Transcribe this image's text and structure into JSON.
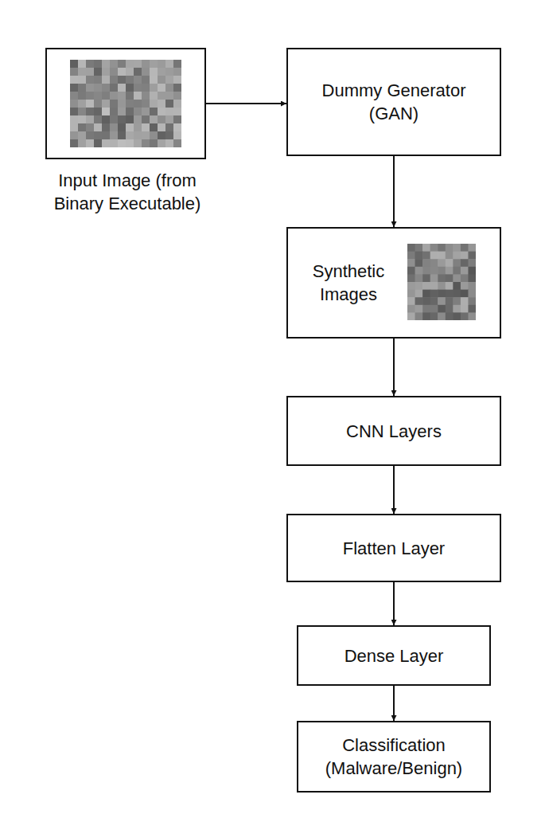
{
  "diagram": {
    "nodes": [
      {
        "text": [
          "Input Image (from Binary Executable)"
        ]
      },
      {
        "text": [
          "Dummy Generator (GAN)"
        ]
      },
      {
        "text": [
          "Synthetic Images"
        ]
      },
      {
        "text": [
          "CNN Layers"
        ]
      },
      {
        "text": [
          "Flatten Layer"
        ]
      },
      {
        "text": [
          "Dense Layer"
        ]
      },
      {
        "text": [
          "Classification (Malware/Benign)"
        ]
      }
    ],
    "edges": [
      {
        "from": 0,
        "to": 1,
        "arrow": "to"
      },
      {
        "from": 1,
        "to": 2,
        "arrow": "to"
      },
      {
        "from": 2,
        "to": 3,
        "arrow": "to"
      },
      {
        "from": 3,
        "to": 4,
        "arrow": "to"
      },
      {
        "from": 4,
        "to": 5,
        "arrow": "to"
      },
      {
        "from": 5,
        "to": 6,
        "arrow": "to"
      }
    ]
  }
}
